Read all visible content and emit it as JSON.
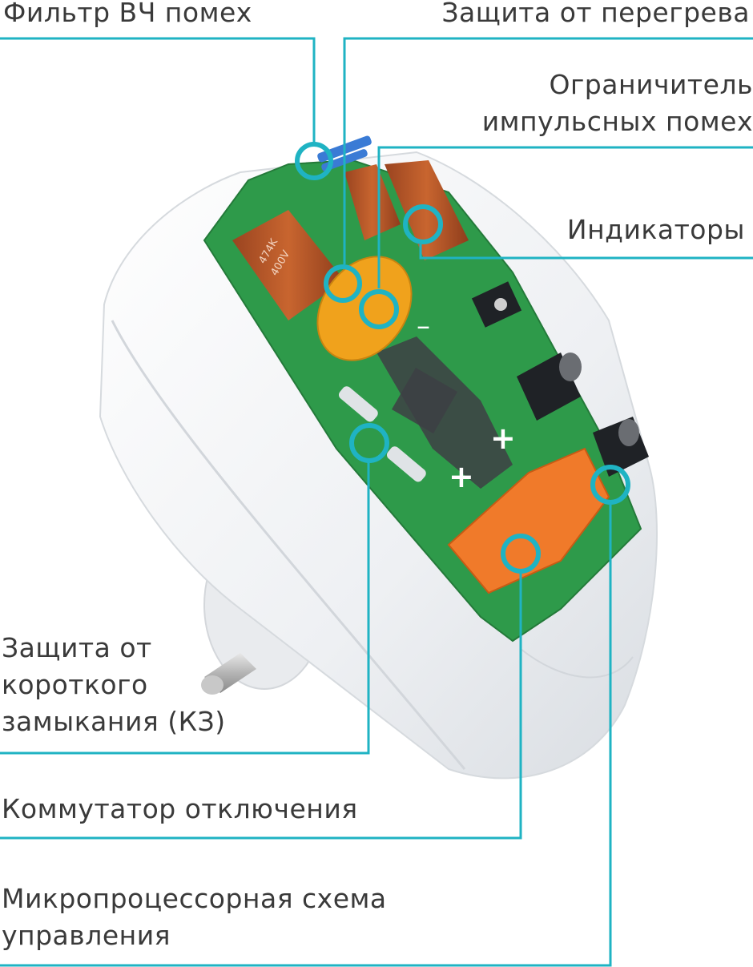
{
  "labels": {
    "hf_filter": "Фильтр ВЧ помех",
    "overheat": "Защита от перегрева",
    "pulse_limiter_1": "Ограничитель",
    "pulse_limiter_2": "импульсных помех",
    "indicators": "Индикаторы",
    "short_circuit_1": "Защита от",
    "short_circuit_2": "короткого",
    "short_circuit_3": "замыкания (КЗ)",
    "switch": "Коммутатор отключения",
    "mcu_1": "Микропроцессорная схема",
    "mcu_2": "управления"
  },
  "pcb_marks": {
    "minus": "–",
    "plus_1": "+",
    "plus_2": "+",
    "cap_text_1": "474K",
    "cap_text_2": "400V"
  },
  "colors": {
    "accent": "#1fb3c3",
    "text": "#3a3a3a",
    "housing": "#f2f3f5",
    "pcb": "#2e9a4a",
    "relay": "#f07a2a",
    "varistor": "#f0a21c",
    "capacitor": "#b8562a"
  }
}
